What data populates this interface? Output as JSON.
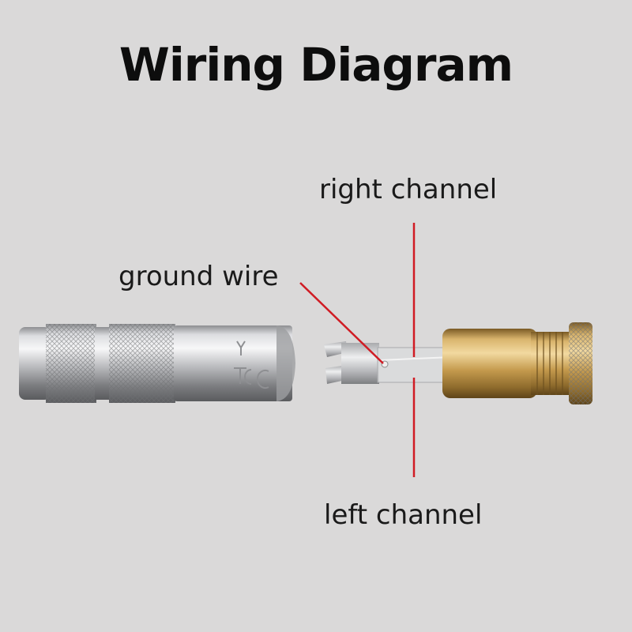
{
  "title": "Wiring Diagram",
  "labels": {
    "right_channel": "right channel",
    "ground_wire": "ground wire",
    "left_channel": "left channel"
  },
  "colors": {
    "background": "#dad9d9",
    "pointer_line": "#d01c24",
    "brass": "#c9a25a",
    "chrome": "#c8c9cb"
  }
}
